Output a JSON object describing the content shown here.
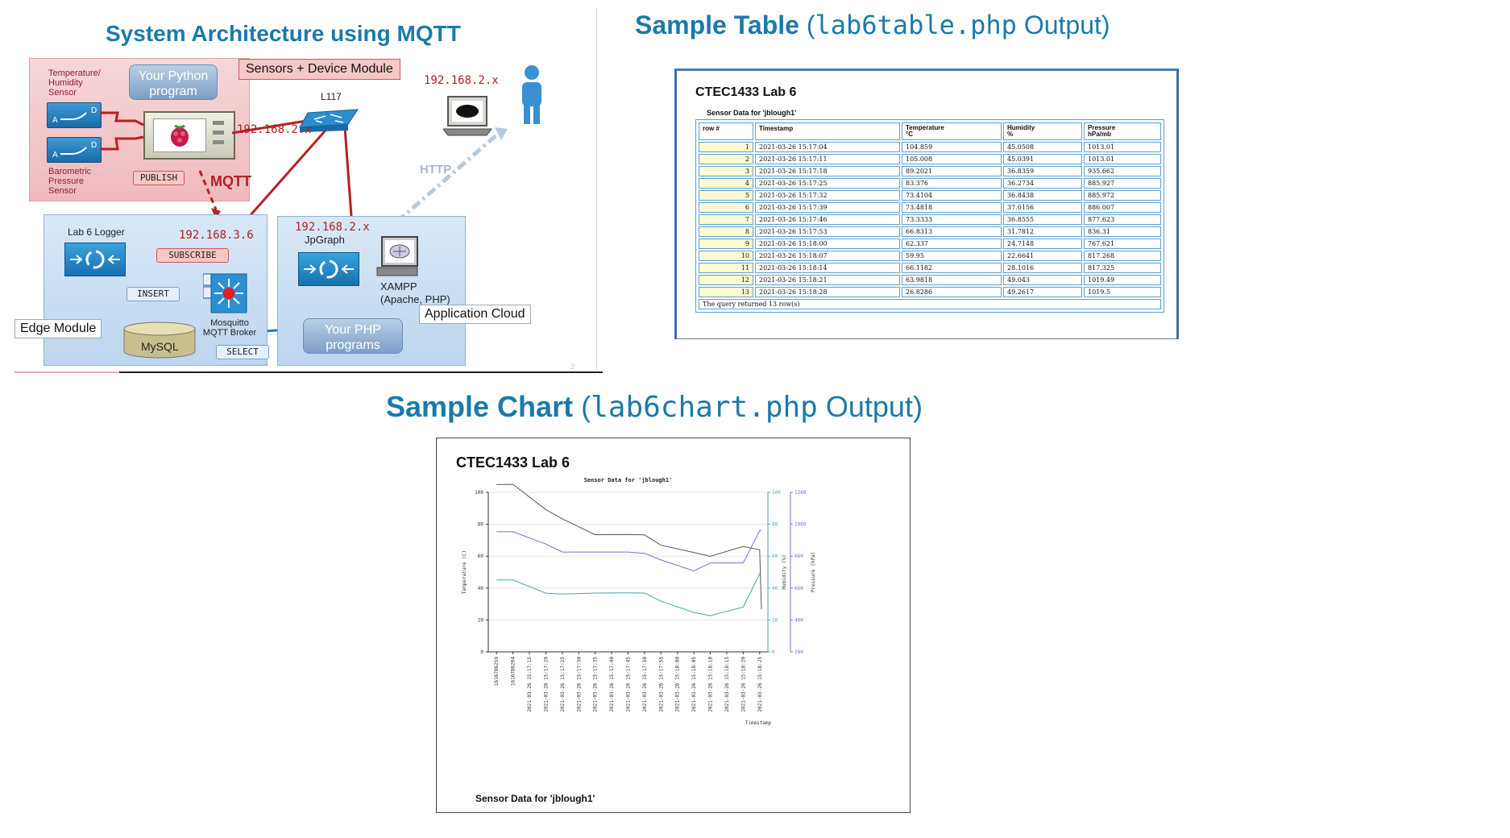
{
  "arch": {
    "title": "System Architecture using MQTT",
    "sensors_module_label": "Sensors + Device Module",
    "temp_sensor_label": [
      "Temperature/",
      "Humidity",
      "Sensor"
    ],
    "baro_sensor_label": [
      "Barometric",
      "Pressure",
      "Sensor"
    ],
    "python_program": [
      "Your Python",
      "program"
    ],
    "publish": "PUBLISH",
    "mqtt": "MQTT",
    "ip_192_2_top": "192.168.2.x",
    "ip_192_2_pi": "192.168.2.x",
    "ip_192_3_6": "192.168.3.6",
    "ip_192_2_cloud": "192.168.2.x",
    "switch_label": "L117",
    "http": "HTTP",
    "logger_label": "Lab 6 Logger",
    "subscribe": "SUBSCRIBE",
    "insert": "INSERT",
    "select": "SELECT",
    "mysql": "MySQL",
    "broker_label": [
      "Mosquitto",
      "MQTT Broker"
    ],
    "edge_module": "Edge Module",
    "jpgraph": "JpGraph",
    "xampp_label": [
      "XAMPP",
      "(Apache, PHP)"
    ],
    "php_programs": [
      "Your PHP",
      "programs"
    ],
    "app_cloud": "Application Cloud",
    "slide_number": "2",
    "icons": [
      "raspberry-pi-icon",
      "network-switch-icon",
      "person-icon",
      "laptop-icon",
      "router-icon",
      "mqtt-broker-icon",
      "database-icon",
      "server-icon",
      "analog-digital-sensor-icon"
    ],
    "colors": {
      "accent": "#1a7aaa",
      "ip_red": "#b02020",
      "link_red": "#b52025",
      "http_gray": "#b8c8dc"
    }
  },
  "table_section": {
    "heading": "Sample Table",
    "heading_code": "lab6table.php",
    "heading_tail": "Output)",
    "heading_open": "(",
    "page_title": "CTEC1433 Lab 6",
    "caption": "Sensor Data for 'jblough1'",
    "columns": [
      "row #",
      "Timestamp",
      "Temperature\n°C",
      "Humidity\n%",
      "Pressure\nhPa/mb"
    ],
    "rows": [
      [
        "1",
        "2021-03-26 15:17:04",
        "104.859",
        "45.0508",
        "1013.01"
      ],
      [
        "2",
        "2021-03-26 15:17:11",
        "105.008",
        "45.0391",
        "1013.01"
      ],
      [
        "3",
        "2021-03-26 15:17:18",
        "89.2021",
        "36.8359",
        "935.662"
      ],
      [
        "4",
        "2021-03-26 15:17:25",
        "83.376",
        "36.2734",
        "885.927"
      ],
      [
        "5",
        "2021-03-26 15:17:32",
        "73.4104",
        "36.8438",
        "885.972"
      ],
      [
        "6",
        "2021-03-26 15:17:39",
        "73.4818",
        "37.0156",
        "886.007"
      ],
      [
        "7",
        "2021-03-26 15:17:46",
        "73.3333",
        "36.8555",
        "877.623"
      ],
      [
        "8",
        "2021-03-26 15:17:53",
        "66.8313",
        "31.7812",
        "836.31"
      ],
      [
        "9",
        "2021-03-26 15:18:00",
        "62.337",
        "24.7148",
        "767.621"
      ],
      [
        "10",
        "2021-03-26 15:18:07",
        "59.95",
        "22.6641",
        "817.268"
      ],
      [
        "11",
        "2021-03-26 15:18:14",
        "66.1182",
        "28.1016",
        "817.325"
      ],
      [
        "12",
        "2021-03-26 15:18:21",
        "63.9818",
        "49.043",
        "1019.49"
      ],
      [
        "13",
        "2021-03-26 15:18:28",
        "26.8286",
        "49.2617",
        "1019.5"
      ]
    ],
    "footer": "The query returned 13 row(s)"
  },
  "chart_section": {
    "heading": "Sample Chart",
    "heading_open": "(",
    "heading_code": "lab6chart.php",
    "heading_tail": "Output)",
    "page_title": "CTEC1433 Lab 6",
    "footer": "Sensor Data for 'jblough1'"
  },
  "chart_data": {
    "type": "line",
    "title": "Sensor Data for 'jblough1'",
    "xlabel": "Timestamp",
    "ylabel_left": "Temperature (C)",
    "ylabel_right1": "Humidity (%)",
    "ylabel_right2": "Pressure (hPa)",
    "x": [
      "1616786259",
      "1616786264",
      "2021-03-26 15:17:15",
      "2021-03-26 15:17:20",
      "2021-03-26 15:17:25",
      "2021-03-26 15:17:30",
      "2021-03-26 15:17:35",
      "2021-03-26 15:17:40",
      "2021-03-26 15:17:45",
      "2021-03-26 15:17:50",
      "2021-03-26 15:17:55",
      "2021-03-26 15:18:00",
      "2021-03-26 15:18:05",
      "2021-03-26 15:18:10",
      "2021-03-26 15:18:15",
      "2021-03-26 15:18:20",
      "2021-03-26 15:18:25"
    ],
    "ylim_left": [
      0,
      100
    ],
    "yticks_left": [
      0,
      20,
      40,
      60,
      80,
      100
    ],
    "ylim_right1": [
      0,
      100
    ],
    "yticks_right1": [
      0,
      20,
      40,
      60,
      80,
      100
    ],
    "ylim_right2": [
      260,
      1260
    ],
    "yticks_right2": [
      260,
      460,
      660,
      860,
      1060,
      1260
    ],
    "grid": true,
    "series": [
      {
        "axis": "left",
        "color": "#555555",
        "x_index": [
          0,
          1,
          3,
          4,
          6,
          8,
          9,
          10,
          12,
          13,
          15,
          16
        ],
        "values": [
          104.859,
          105.008,
          89.2021,
          83.376,
          73.4104,
          73.4818,
          73.3333,
          66.8313,
          62.337,
          59.95,
          66.1182,
          63.9818
        ]
      },
      {
        "axis": "right1",
        "color": "#4aa6a6",
        "x_index": [
          0,
          1,
          3,
          4,
          6,
          8,
          9,
          10,
          12,
          13,
          15,
          16
        ],
        "values": [
          45.0508,
          45.0391,
          36.8359,
          36.2734,
          36.8438,
          37.0156,
          36.8555,
          31.7812,
          24.7148,
          22.6641,
          28.1016,
          49.043
        ]
      },
      {
        "axis": "right2",
        "color": "#6f6fe0",
        "x_index": [
          0,
          1,
          3,
          4,
          6,
          8,
          9,
          10,
          12,
          13,
          15,
          16
        ],
        "values": [
          1013.01,
          1013.01,
          935.662,
          885.927,
          885.972,
          886.007,
          877.623,
          836.31,
          767.621,
          817.268,
          817.325,
          1019.49
        ]
      }
    ],
    "extra_points": {
      "temp_last": 26.8286,
      "hum_last": 49.2617,
      "pres_last": 1019.5
    }
  }
}
